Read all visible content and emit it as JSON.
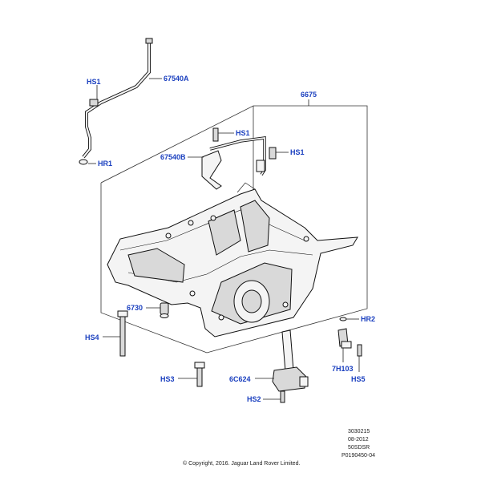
{
  "callouts": {
    "hs1_top": "HS1",
    "p67540a": "67540A",
    "p6675": "6675",
    "hs1_mid": "HS1",
    "hs1_right": "HS1",
    "hr1": "HR1",
    "p67540b": "67540B",
    "p6730": "6730",
    "hr2": "HR2",
    "hs4": "HS4",
    "p7h103": "7H103",
    "hs3": "HS3",
    "hs5": "HS5",
    "p6c624": "6C624",
    "hs2": "HS2"
  },
  "meta": {
    "line1": "3030215",
    "line2": "08-2012",
    "line3": "50SDSR",
    "line4": "P0190450-04"
  },
  "copyright": "© Copyright, 2016. Jaguar Land Rover Limited."
}
